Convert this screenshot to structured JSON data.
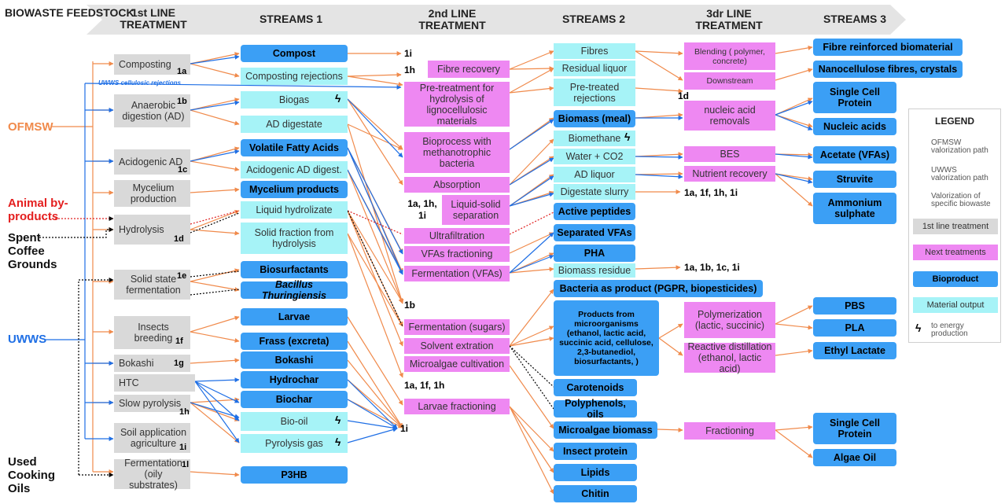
{
  "headers": [
    "BIOWASTE FEEDSTOCK",
    "1st LINE TREATMENT",
    "STREAMS 1",
    "2nd LINE TREATMENT",
    "STREAMS 2",
    "3dr LINE TREATMENT",
    "STREAMS 3"
  ],
  "sources": {
    "ofmsw": "OFMSW",
    "animal": "Animal by-products",
    "spent": "Spent Coffee Grounds",
    "uwws": "UWWS",
    "oils": "Used Cooking Oils"
  },
  "colors": {
    "ofmsw": "#f08a4b",
    "uwws": "#1f6fe5",
    "specific": "#000000",
    "first_line": "#d9d9d9",
    "next": "#ee88f2",
    "bioproduct": "#3b9ff5",
    "material": "#a6f3f7"
  },
  "first_line": [
    {
      "label": "Composting",
      "tag": "1a"
    },
    {
      "label": "Anaerobic digestion (AD)",
      "tag": "1b"
    },
    {
      "label": "Acidogenic AD",
      "tag": "1c"
    },
    {
      "label": "Mycelium production",
      "tag": ""
    },
    {
      "label": "Hydrolysis",
      "tag": "1d"
    },
    {
      "label": "Solid state fermentation",
      "tag": "1e"
    },
    {
      "label": "Insects breeding",
      "tag": "1f"
    },
    {
      "label": "Bokashi",
      "tag": "1g"
    },
    {
      "label": "HTC",
      "tag": ""
    },
    {
      "label": "Slow pyrolysis",
      "tag": "1h"
    },
    {
      "label": "Soil application agriculture",
      "tag": "1i"
    },
    {
      "label": "Fermentation (oily substrates)",
      "tag": "1l"
    }
  ],
  "uwws_note": "UWWS cellulosic rejections",
  "streams1": {
    "compost": "Compost",
    "composting_rejections": "Composting rejections",
    "biogas": "Biogas",
    "ad_digestate": "AD digestate",
    "vfa": "Volatile Fatty Acids",
    "acidogenic_digest": "Acidogenic AD digest.",
    "mycelium_products": "Mycelium products",
    "liquid_hydrolizate": "Liquid hydrolizate",
    "solid_fraction": "Solid fraction from hydrolysis",
    "biosurfactants": "Biosurfactants",
    "bacillus": "Bacillus Thuringiensis",
    "larvae": "Larvae",
    "frass": "Frass (excreta)",
    "bokashi": "Bokashi",
    "hydrochar": "Hydrochar",
    "biochar": "Biochar",
    "bio_oil": "Bio-oil",
    "pyrolysis_gas": "Pyrolysis gas",
    "p3hb": "P3HB"
  },
  "second_line": {
    "fibre_recovery": "Fibre recovery",
    "pretreatment": "Pre-treatment for hydrolysis of lignocellulosic materials",
    "bioprocess": "Bioprocess with methanotrophic bacteria",
    "absorption": "Absorption",
    "liquid_solid": "Liquid-solid separation",
    "ultrafiltration": "Ultrafiltration",
    "vfas_fractioning": "VFAs fractioning",
    "fermentation_vfas": "Fermentation (VFAs)",
    "fermentation_sugars": "Fermentation (sugars)",
    "solvent": "Solvent extration",
    "microalgae_cultivation": "Microalgae cultivation",
    "larvae_fractioning": "Larvae fractioning"
  },
  "streams2": {
    "fibres": "Fibres",
    "residual_liquor": "Residual liquor",
    "pretreated_rejections": "Pre-treated rejections",
    "biomass_meal": "Biomass (meal)",
    "biomethane": "Biomethane",
    "water_co2": "Water + CO2",
    "ad_liquor": "AD liquor",
    "digestate_slurry": "Digestate slurry",
    "active_peptides": "Active peptides",
    "separated_vfas": "Separated VFAs",
    "pha": "PHA",
    "biomass_residue": "Biomass residue",
    "bacteria": "Bacteria as product (PGPR, biopesticides)",
    "products_micro": "Products from microorganisms (ethanol, lactic acid, succinic acid, cellulose, 2,3-butanediol, biosurfactants, )",
    "carotenoids": "Carotenoids",
    "polyphenols": "Polyphenols, oils",
    "microalgae_biomass": "Microalgae biomass",
    "insect_protein": "Insect protein",
    "lipids": "Lipids",
    "chitin": "Chitin"
  },
  "third_line": {
    "blending": "Blending ( polymer, concrete)",
    "downstream": "Downstream",
    "nucleic_removals": "nucleic acid removals",
    "bes": "BES",
    "nutrient_recovery": "Nutrient recovery",
    "polymerization": "Polymerization (lactic, succinic)",
    "reactive_distillation": "Reactive distillation (ethanol, lactic acid)",
    "fractioning": "Fractioning"
  },
  "streams3": {
    "fibre_reinforced": "Fibre reinforced biomaterial",
    "nanocellulose": "Nanocellulose fibres, crystals",
    "scp1": "Single Cell Protein",
    "nucleic_acids": "Nucleic acids",
    "acetate": "Acetate (VFAs)",
    "struvite": "Struvite",
    "ammonium": "Ammonium sulphate",
    "pbs": "PBS",
    "pla": "PLA",
    "ethyl_lactate": "Ethyl Lactate",
    "scp2": "Single Cell Protein",
    "algae_oil": "Algae Oil"
  },
  "refs": {
    "r1i_top": "1i",
    "r1h": "1h",
    "r1d": "1d",
    "r1a1h1i": "1a, 1h, 1i",
    "r1a1f1h1i": "1a, 1f, 1h, 1i",
    "r1a1b1c1i": "1a, 1b, 1c, 1i",
    "r1b": "1b",
    "r1a1f1h": "1a, 1f, 1h",
    "r1i_bot": "1i"
  },
  "legend": {
    "title": "LEGEND",
    "ofmsw_path": "OFMSW valorization path",
    "uwws_path": "UWWS valorization path",
    "specific": "Valorization of specific biowaste",
    "first_line": "1st line treatment",
    "next": "Next treatments",
    "bioproduct": "Bioproduct",
    "material": "Material output",
    "energy": "to energy production"
  },
  "energy_icon": "lightning-bolt"
}
